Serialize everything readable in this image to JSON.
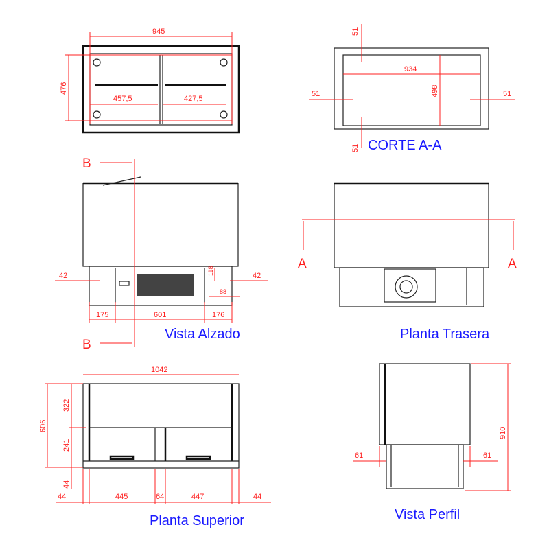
{
  "top_plan": {
    "width": "945",
    "depth": "476",
    "left_inner": "457,5",
    "right_inner": "427,5"
  },
  "section_aa": {
    "title": "CORTE A-A",
    "inner_width": "934",
    "inner_height": "498",
    "top": "51",
    "left": "51",
    "right": "51",
    "bottom": "51"
  },
  "elevation": {
    "title": "Vista Alzado",
    "section_mark": "B",
    "left_offset": "42",
    "right_offset": "42",
    "vent_height": "118",
    "vent_width": "88",
    "left_base": "175",
    "center_base": "601",
    "right_base": "176"
  },
  "rear": {
    "title": "Planta Trasera",
    "section_mark": "A"
  },
  "plan_superior": {
    "title": "Planta Superior",
    "width": "1042",
    "depth": "606",
    "upper": "322",
    "lower": "241",
    "bottom": "44",
    "left_margin": "44",
    "left_bay": "445",
    "divider": "64",
    "right_bay": "447",
    "right_margin": "44"
  },
  "profile": {
    "title": "Vista Perfil",
    "height": "910",
    "left_offset": "61",
    "right_offset": "61"
  }
}
